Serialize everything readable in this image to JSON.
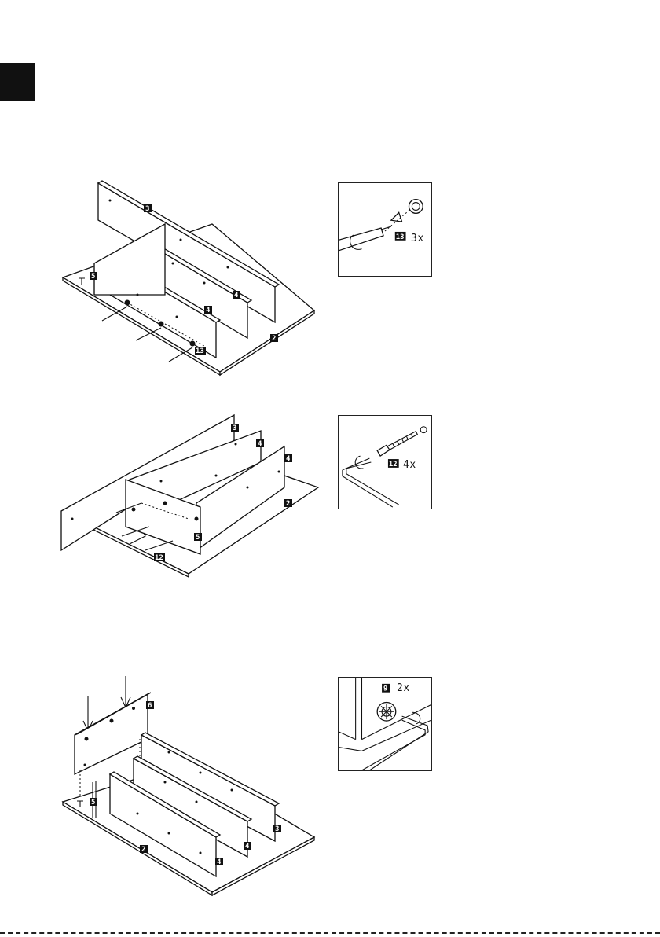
{
  "step": {
    "badge_color": "#111111"
  },
  "figure1": {
    "labels": {
      "shelf_top": "3",
      "shelf_mid": "4",
      "shelf_front": "4",
      "side": "5",
      "base": "2",
      "screw": "13"
    },
    "detail": {
      "part": "13",
      "quantity": "3x"
    }
  },
  "figure2": {
    "labels": {
      "shelf_top": "3",
      "shelf_mid": "4",
      "shelf_front": "4",
      "base": "2",
      "side": "5",
      "bolt": "12"
    },
    "detail": {
      "part": "12",
      "quantity": "4x"
    }
  },
  "figure3": {
    "labels": {
      "panel": "6",
      "side": "5",
      "base": "2",
      "shelf_back": "3",
      "shelf_mid": "4",
      "shelf_front": "4"
    },
    "detail": {
      "part": "9",
      "quantity": "2x"
    }
  }
}
